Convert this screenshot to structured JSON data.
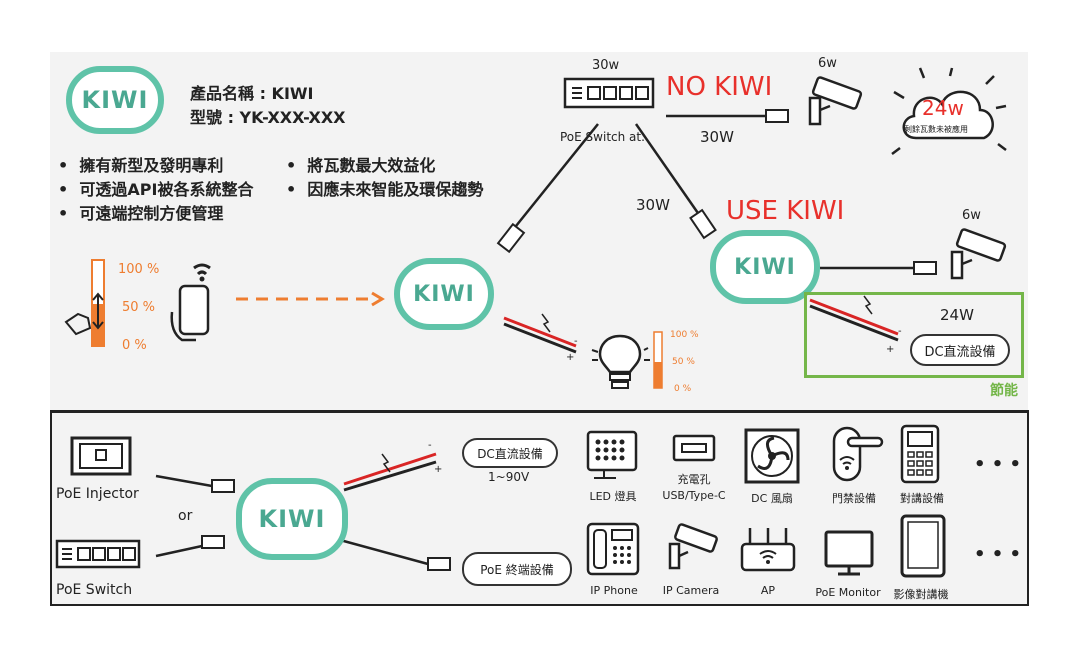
{
  "header": {
    "product_name": "產品名稱 : KIWI",
    "model": "型號 : YK-XXX-XXX"
  },
  "brand": {
    "logo_text": "KIWI"
  },
  "features": [
    "擁有新型及發明專利",
    "可透過API被各系統整合",
    "可遠端控制方便管理",
    "將瓦數最大效益化",
    "因應未來智能及環保趨勢"
  ],
  "top_diagram": {
    "switch_watt": "30w",
    "switch_label": "PoE Switch at.",
    "no_kiwi": "NO KIWI",
    "no_kiwi_watt": "30W",
    "camera_top_watt": "6w",
    "cloud_value": "24w",
    "cloud_caption": "剩餘瓦數未被應用",
    "use_kiwi": "USE KIWI",
    "use_kiwi_watt": "30W",
    "camera_right_watt": "6w",
    "dc_box_watt": "24W",
    "dc_box_label": "DC直流設備",
    "energy_saving": "節能",
    "kiwi_label": "KIWI",
    "slider_levels": [
      "100 %",
      "50 %",
      "0 %"
    ],
    "bulb_levels": [
      "100 %",
      "50 %",
      "0 %"
    ],
    "plus": "+",
    "minus": "-"
  },
  "bottom_diagram": {
    "poe_injector": "PoE Injector",
    "or": "or",
    "poe_switch": "PoE Switch",
    "kiwi_label": "KIWI",
    "dc_device": "DC直流設備",
    "voltage": "1~90V",
    "poe_terminal": "PoE 終端設備",
    "dc_devices": [
      "LED 燈具",
      "充電孔\nUSB/Type-C",
      "DC 風扇",
      "門禁設備",
      "對講設備"
    ],
    "poe_devices": [
      "IP Phone",
      "IP Camera",
      "AP",
      "PoE Monitor",
      "影像對講機"
    ],
    "more": "• • •"
  },
  "colors": {
    "kiwi_green": "#5fc3a8",
    "alert_red": "#e8302b",
    "level_orange": "#ee7d30",
    "saving_green": "#74b649"
  }
}
